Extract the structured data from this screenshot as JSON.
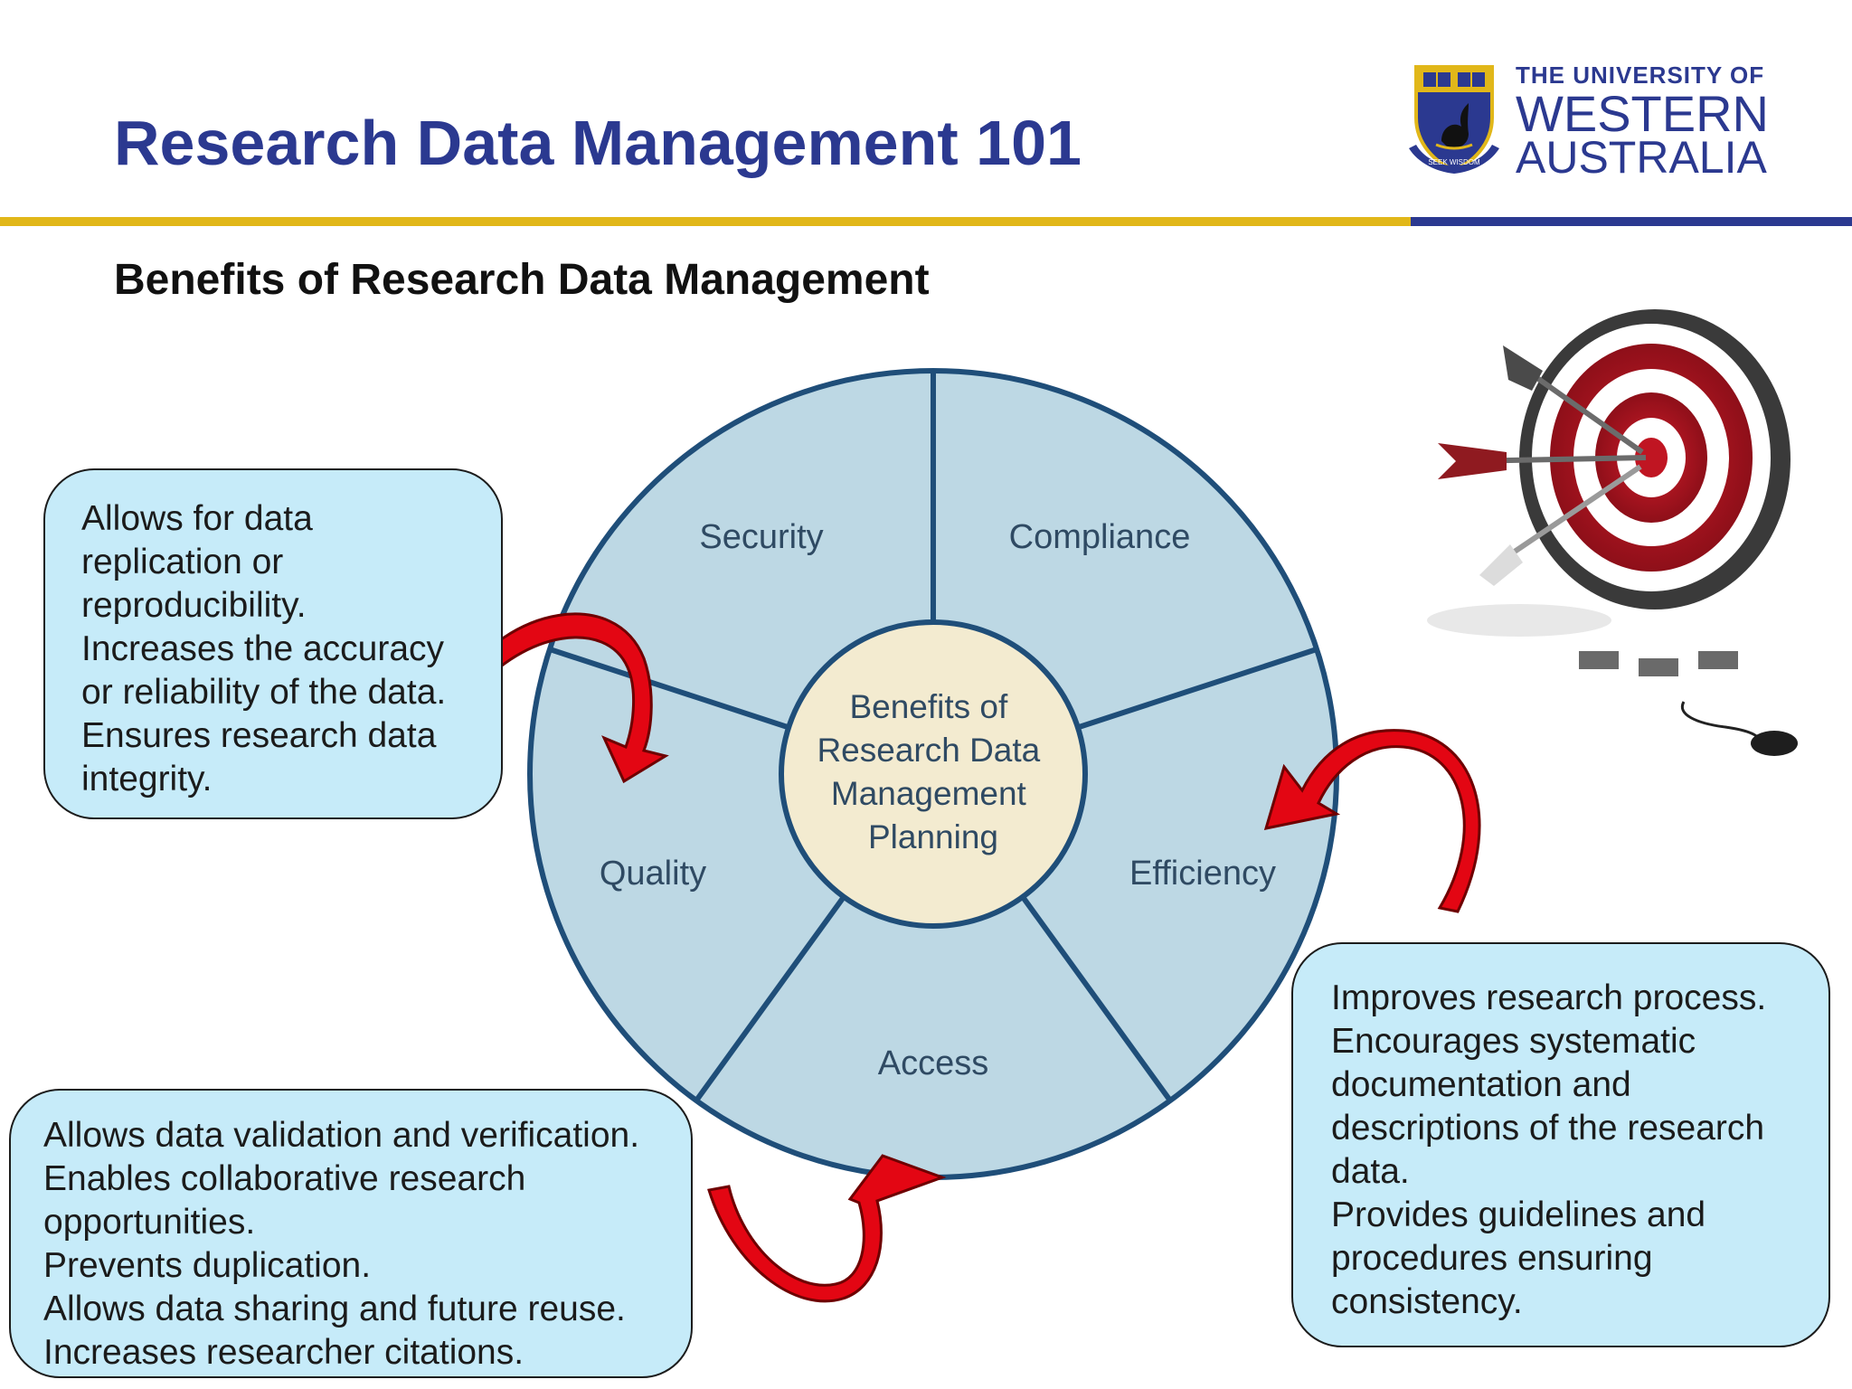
{
  "title": "Research Data Management 101",
  "subtitle": "Benefits of Research Data Management",
  "logo": {
    "line1": "THE UNIVERSITY OF",
    "line2": "WESTERN",
    "line3": "AUSTRALIA",
    "motto": "SEEK WISDOM"
  },
  "colors": {
    "title": "#2b3990",
    "gold_bar": "#e1b719",
    "blue_bar": "#2b3990",
    "wheel_fill": "#bdd8e4",
    "wheel_stroke": "#1f4e79",
    "center_fill": "#f3ebd0",
    "callout_fill": "#c6ebf9",
    "arrow": "#e30613"
  },
  "wheel": {
    "center_text": [
      "Benefits of",
      "Research Data",
      "Management",
      "Planning"
    ],
    "segments": [
      "Security",
      "Compliance",
      "Efficiency",
      "Access",
      "Quality"
    ]
  },
  "callouts": {
    "top_left": [
      "Allows for data",
      "replication or",
      "reproducibility.",
      "Increases the accuracy",
      "or reliability of the data.",
      "Ensures research data",
      "integrity."
    ],
    "bottom_left": [
      "Allows data validation and verification.",
      "Enables collaborative research",
      "opportunities.",
      "Prevents duplication.",
      "Allows data sharing and future reuse.",
      "Increases researcher citations."
    ],
    "right": [
      "Improves research process.",
      "Encourages systematic",
      "documentation and",
      "descriptions of the research",
      "data.",
      "Provides guidelines and",
      "procedures ensuring",
      "consistency."
    ]
  },
  "icons": {
    "logo": "university-crest-icon",
    "target": "dartboard-arrows-icon",
    "arrows": "curved-arrow-icon"
  }
}
